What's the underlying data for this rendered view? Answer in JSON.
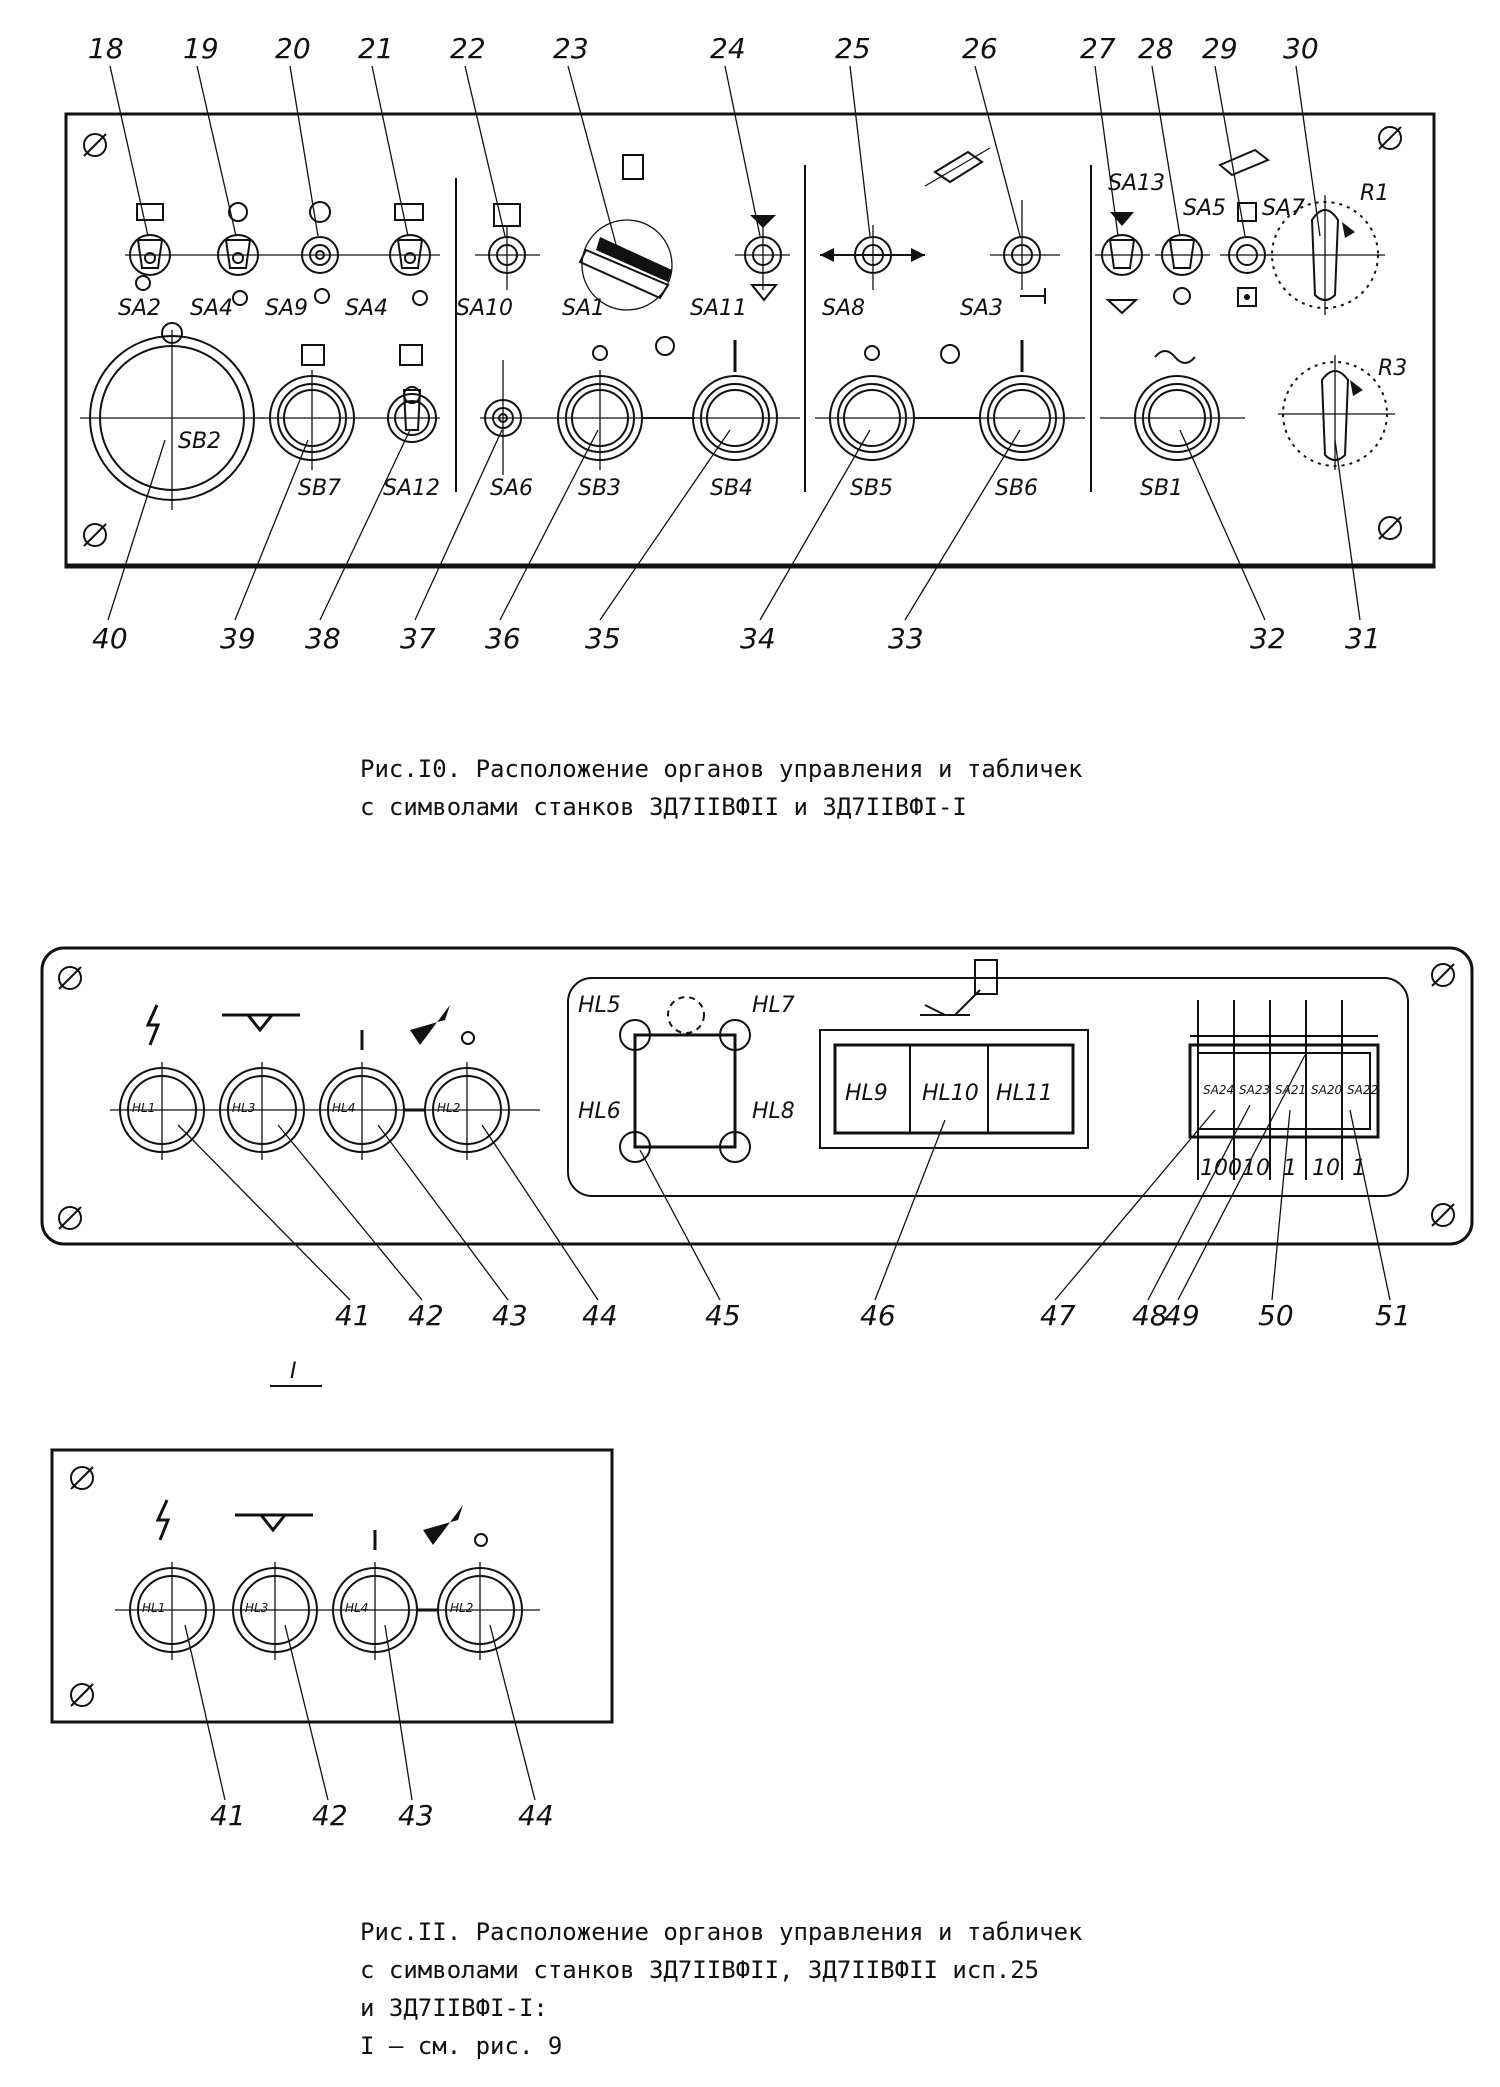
{
  "figure10": {
    "callouts": [
      "18",
      "19",
      "20",
      "21",
      "22",
      "23",
      "24",
      "25",
      "26",
      "27",
      "28",
      "29",
      "30",
      "31",
      "32",
      "33",
      "34",
      "35",
      "36",
      "37",
      "38",
      "39",
      "40"
    ],
    "labels": {
      "sa2": "SA2",
      "sa4a": "SA4",
      "sa9": "SA9",
      "sa4b": "SA4",
      "sa10": "SA10",
      "sa1": "SA1",
      "sa11": "SA11",
      "sa8": "SA8",
      "sa3": "SA3",
      "sa13": "SA13",
      "sa5": "SA5",
      "sa7": "SA7",
      "r1": "R1",
      "r3": "R3",
      "sb2": "SB2",
      "sb7": "SB7",
      "sa12": "SA12",
      "sa6": "SA6",
      "sb3": "SB3",
      "sb4": "SB4",
      "sb5": "SB5",
      "sb6": "SB6",
      "sb1": "SB1"
    },
    "caption_line1": "Рис.I0. Расположение органов управления и табличек",
    "caption_line2": "с символами станков 3Д7IIВФII и 3Д7IIВФI-I"
  },
  "figure11": {
    "panel_lamps": [
      "HL1",
      "HL3",
      "HL4",
      "HL2"
    ],
    "square_lamps": {
      "hl5": "HL5",
      "hl6": "HL6",
      "hl7": "HL7",
      "hl8": "HL8"
    },
    "display_cells": [
      "HL9",
      "HL10",
      "HL11"
    ],
    "switches": [
      "SA24",
      "SA23",
      "SA21",
      "SA20",
      "SA22"
    ],
    "multipliers": [
      "100",
      "10",
      "1",
      "10",
      "1"
    ],
    "callouts_top": [
      "41",
      "42",
      "43",
      "44",
      "45",
      "46",
      "47",
      "48",
      "49",
      "50",
      "51"
    ],
    "view_mark": "I",
    "callouts_bottom": [
      "41",
      "42",
      "43",
      "44"
    ],
    "caption_line1": "Рис.II. Расположение органов управления и табличек",
    "caption_line2": "с символами станков 3Д7IIВФII, 3Д7IIВФII исп.25",
    "caption_line3": "и 3Д7IIВФI-I:",
    "caption_line4": "I – см. рис. 9"
  }
}
